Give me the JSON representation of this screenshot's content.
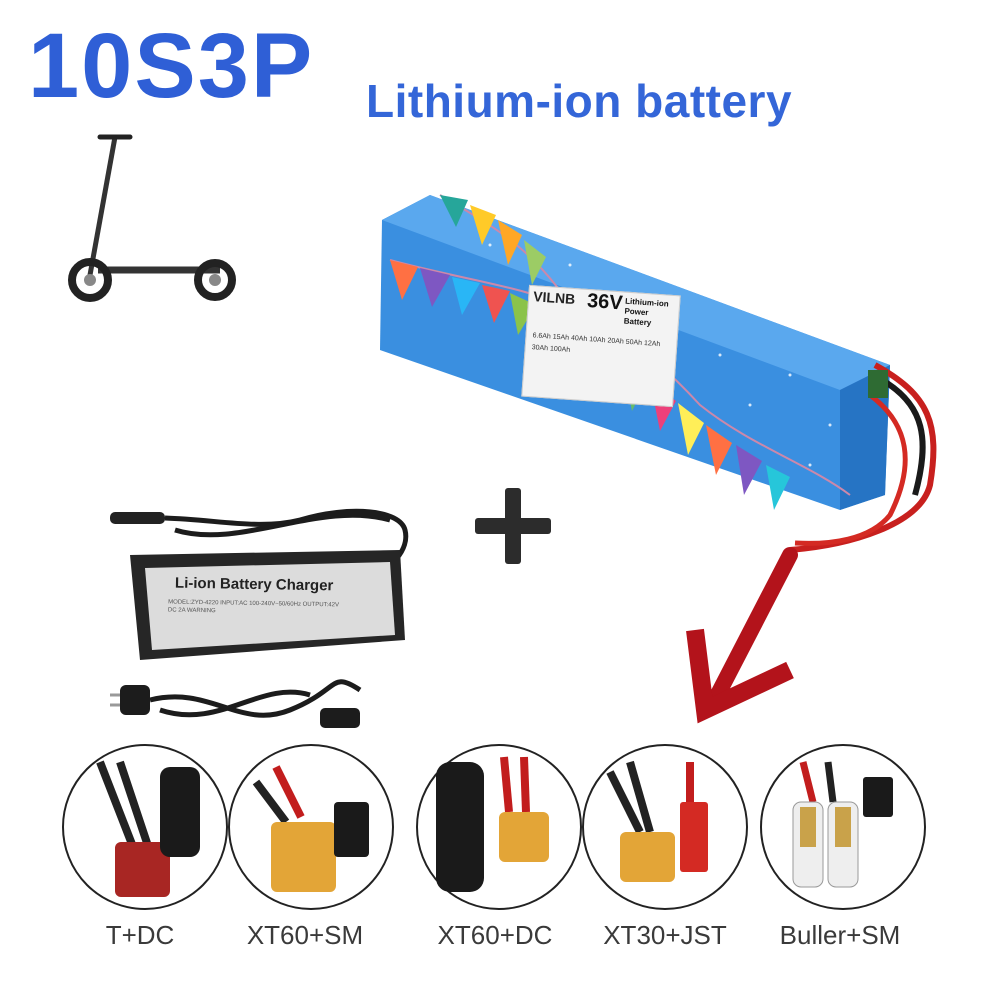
{
  "title": {
    "main": "10S3P",
    "sub": "Lithium-ion battery"
  },
  "battery_label": {
    "brand": "VILNB",
    "voltage": "36V",
    "type": "Lithium-ion Power Battery",
    "capacities": "6.6Ah 15Ah 40Ah 10Ah 20Ah 50Ah 12Ah 30Ah 100Ah"
  },
  "charger": {
    "label": "Li-ion Battery Charger",
    "specs": "MODEL:ZYD-4220 INPUT:AC 100-240V~50/60Hz OUTPUT:42V DC 2A WARNING"
  },
  "connectors": [
    {
      "label": "T+DC"
    },
    {
      "label": "XT60+SM"
    },
    {
      "label": "XT60+DC"
    },
    {
      "label": "XT30+JST"
    },
    {
      "label": "Buller+SM"
    }
  ],
  "colors": {
    "title_blue": "#2f5fd6",
    "battery_blue": "#3a8fe0",
    "arrow_red": "#b3131b"
  }
}
